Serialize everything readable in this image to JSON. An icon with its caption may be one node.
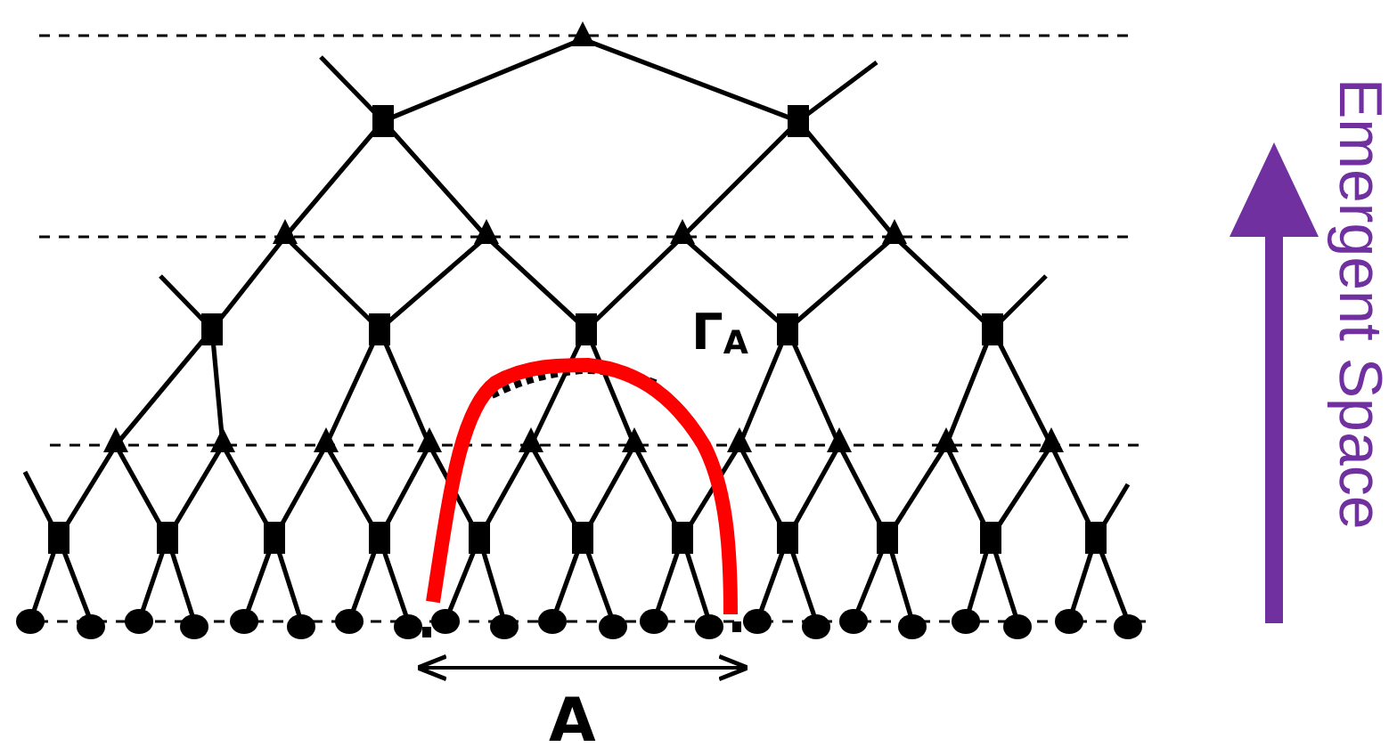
{
  "diagram": {
    "labels": [
      "Γ$_{A}$",
      "A",
      "Emergent Space"
    ]
  }
}
